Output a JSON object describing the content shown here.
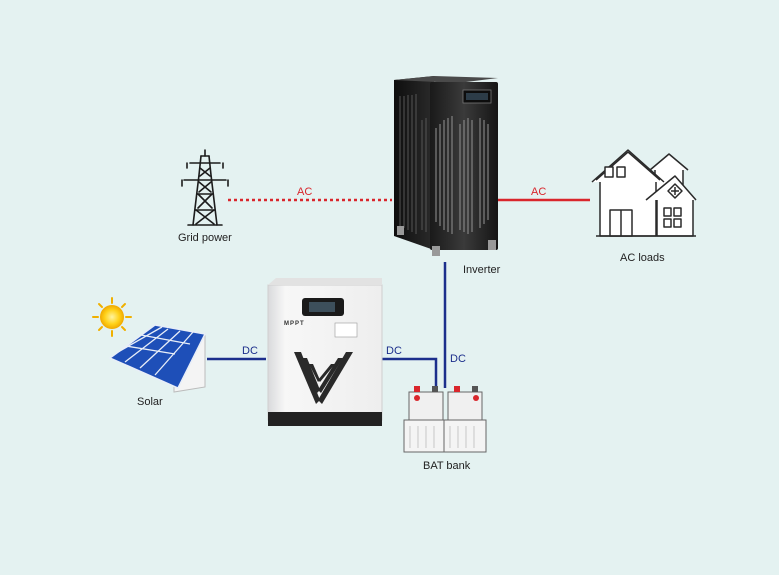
{
  "nodes": {
    "grid": {
      "label": "Grid power"
    },
    "inverter": {
      "label": "Inverter"
    },
    "loads": {
      "label": "AC loads"
    },
    "solar": {
      "label": "Solar"
    },
    "mppt": {
      "brand": "MPPT"
    },
    "battery": {
      "label": "BAT bank"
    }
  },
  "links": {
    "grid_inverter": "AC",
    "inverter_loads": "AC",
    "solar_mppt": "DC",
    "mppt_battery": "DC",
    "inverter_battery": "DC"
  },
  "colors": {
    "ac_line": "#d9262c",
    "dc_line": "#1c2f8c",
    "background": "#e4f2f1"
  }
}
